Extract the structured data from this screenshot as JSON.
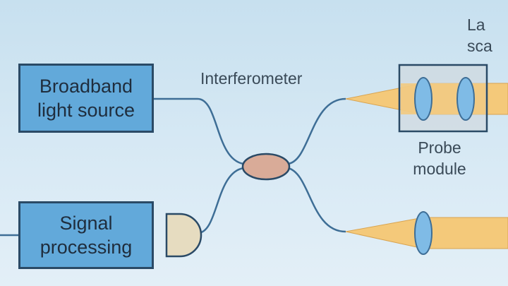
{
  "boxes": {
    "broadband": {
      "line1": "Broadband",
      "line2": "light source"
    },
    "signal": {
      "line1": "Signal",
      "line2": "processing"
    }
  },
  "labels": {
    "interferometer": "Interferometer",
    "probe_line1": "Probe",
    "probe_line2": "module",
    "lateral_line1": "La",
    "lateral_line2": "sca"
  },
  "colors": {
    "box_fill": "#62a9da",
    "box_border": "#2a4a66",
    "fiber": "#3e6e96",
    "coupler": "#d9ab98",
    "detector": "#e6dcc0",
    "beam": "#f4c97a",
    "lens": "#7fbbe6",
    "probe_housing": "#d0d6d8"
  }
}
